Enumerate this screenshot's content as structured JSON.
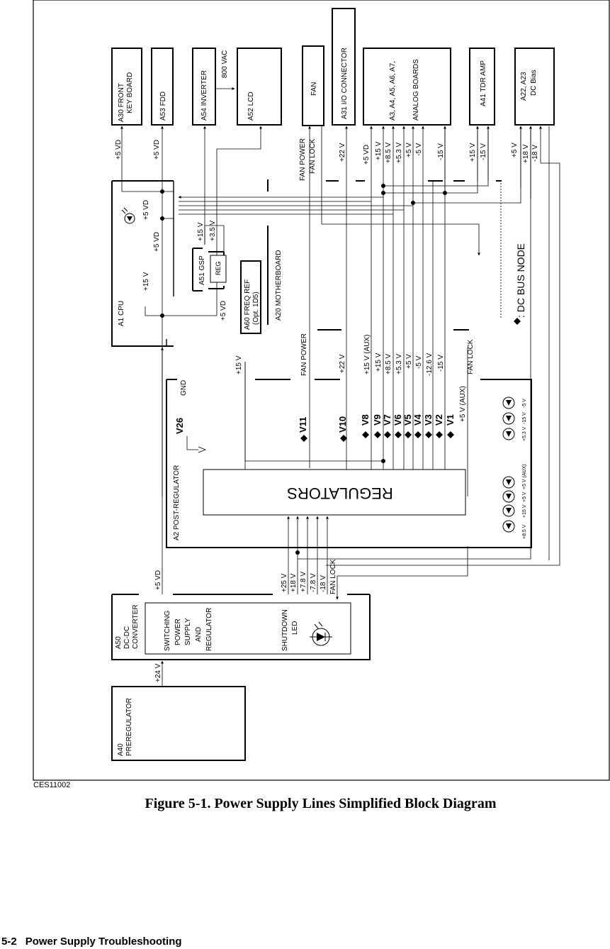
{
  "figure": {
    "code": "CES11002",
    "caption": "Figure 5-1. Power Supply Lines Simplified Block Diagram"
  },
  "footer": {
    "page_number": "5-2",
    "section_title": "Power Supply Troubleshooting"
  },
  "blocks": {
    "a30": [
      "A30 FRONT",
      "KEY BOARD"
    ],
    "a53": "A53 FDD",
    "a54": "A54 INVERTER",
    "inv_out": "800 VAC",
    "a52": "A52 LCD",
    "fan": "FAN",
    "a31": "A31 I/O CONNECTOR",
    "analog": [
      "A3, A4, A5, A6, A7,",
      "ANALOG BOARDS"
    ],
    "a41": "A41 TDR AMP",
    "a22": [
      "A22, A23",
      "DC Bias"
    ],
    "a1": "A1 CPU",
    "a51": "A51 GSP",
    "reg": "REG",
    "a60": [
      "A60 FREQ REF",
      "(Opt. 1D5)"
    ],
    "a20": "A20 MOTHERBOARD",
    "a2": "A2 POST-REGULATOR",
    "regulators": "REGULATORS",
    "a50": [
      "A50",
      "DC-DC",
      "CONVERTER"
    ],
    "switching": [
      "SWITCHING",
      "POWER",
      "SUPPLY",
      "AND",
      "REGULATOR"
    ],
    "shutdown": [
      "SHUTDOWN",
      "LED"
    ],
    "a40": [
      "A40",
      "PREREGULATOR"
    ]
  },
  "legend": {
    "node": ": DC BUS NODE"
  },
  "labels": {
    "a30_in": "+5 VD",
    "a53_in": "+5 VD",
    "cpu_top1": "+15 V",
    "cpu_top2": "+3.5 V",
    "cpu_led": "+5 VD",
    "cpu_5vd": "+5 VD",
    "cpu_15v": "+15 V",
    "reg_5vd": "+5 VD",
    "fan_power": "FAN POWER",
    "fan_lock": "FAN LOCK",
    "v22": "+22 V",
    "top_rails": [
      "+5 VD",
      "+15 V",
      "+8.5 V",
      "+5.3 V",
      "+5 V",
      "-5 V",
      "-15 V"
    ],
    "tdr_rails": [
      "+15 V",
      "-15 V"
    ],
    "bias_rails": [
      "+5 V",
      "+18 V",
      "-18 V"
    ],
    "mid_15v": "+15 V",
    "mid_fan_power": "FAN POWER",
    "mid_22v": "+22 V",
    "mid_rails": [
      "+15 V (AUX)",
      "+15 V",
      "+8.5 V",
      "+5.3 V",
      "+5 V",
      "-5 V",
      "-12.6 V",
      "-15 V"
    ],
    "mid_fan_lock": "FAN LOCK",
    "v1_aux": "+5 V (AUX)",
    "gnd": "GND",
    "tps": [
      "V26",
      "V11",
      "V10",
      "V8",
      "V9",
      "V7",
      "V6",
      "V5",
      "V4",
      "V3",
      "V2",
      "V1"
    ],
    "led_group1": [
      "+8.5 V",
      "+15 V",
      "+5 V",
      "+5 V (AUX)"
    ],
    "led_group2": [
      "+5.3 V",
      "-15 V",
      "-5 V"
    ],
    "dc_inputs": [
      "+25 V",
      "+18 V",
      "+7.8 V",
      "-7.8 V",
      "-18 V"
    ],
    "dc_fan_lock": "FAN LOCK",
    "dc_5vd": "+5 VD",
    "pre_24v": "+24 V"
  }
}
